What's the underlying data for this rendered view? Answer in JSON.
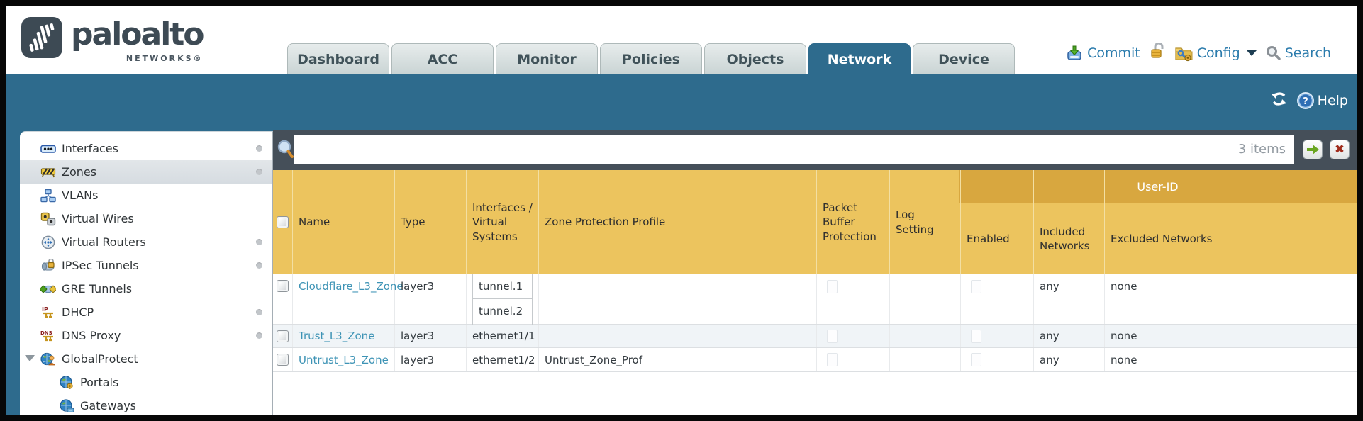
{
  "brand": {
    "name": "paloalto",
    "sub": "NETWORKS®"
  },
  "nav": {
    "tabs": [
      {
        "label": "Dashboard",
        "active": false
      },
      {
        "label": "ACC",
        "active": false
      },
      {
        "label": "Monitor",
        "active": false
      },
      {
        "label": "Policies",
        "active": false
      },
      {
        "label": "Objects",
        "active": false
      },
      {
        "label": "Network",
        "active": true
      },
      {
        "label": "Device",
        "active": false
      }
    ]
  },
  "actions": {
    "commit": "Commit",
    "config": "Config",
    "search": "Search"
  },
  "band": {
    "help": "Help"
  },
  "filter": {
    "count": "3 items",
    "value": ""
  },
  "sidebar": {
    "items": [
      {
        "label": "Interfaces",
        "icon": "interfaces-icon",
        "dot": true
      },
      {
        "label": "Zones",
        "icon": "zones-icon",
        "dot": true,
        "selected": true
      },
      {
        "label": "VLANs",
        "icon": "vlans-icon",
        "dot": false
      },
      {
        "label": "Virtual Wires",
        "icon": "virtual-wires-icon",
        "dot": false
      },
      {
        "label": "Virtual Routers",
        "icon": "virtual-routers-icon",
        "dot": true
      },
      {
        "label": "IPSec Tunnels",
        "icon": "ipsec-tunnels-icon",
        "dot": true
      },
      {
        "label": "GRE Tunnels",
        "icon": "gre-tunnels-icon",
        "dot": false
      },
      {
        "label": "DHCP",
        "icon": "dhcp-icon",
        "dot": true
      },
      {
        "label": "DNS Proxy",
        "icon": "dns-proxy-icon",
        "dot": true
      },
      {
        "label": "GlobalProtect",
        "icon": "globalprotect-icon",
        "dot": false,
        "expanded": true
      },
      {
        "label": "Portals",
        "icon": "portals-icon",
        "dot": false,
        "child": true
      },
      {
        "label": "Gateways",
        "icon": "gateways-icon",
        "dot": false,
        "child": true
      }
    ]
  },
  "table": {
    "group_header": "User-ID",
    "columns": [
      "Name",
      "Type",
      "Interfaces / Virtual Systems",
      "Zone Protection Profile",
      "Packet Buffer Protection",
      "Log Setting",
      "Enabled",
      "Included Networks",
      "Excluded Networks"
    ],
    "rows": [
      {
        "name": "Cloudflare_L3_Zone",
        "type": "layer3",
        "interfaces": [
          "tunnel.1",
          "tunnel.2"
        ],
        "zone_protection_profile": "",
        "log_setting": "",
        "included_networks": "any",
        "excluded_networks": "none"
      },
      {
        "name": "Trust_L3_Zone",
        "type": "layer3",
        "interfaces": [
          "ethernet1/1"
        ],
        "zone_protection_profile": "",
        "log_setting": "",
        "included_networks": "any",
        "excluded_networks": "none"
      },
      {
        "name": "Untrust_L3_Zone",
        "type": "layer3",
        "interfaces": [
          "ethernet1/2"
        ],
        "zone_protection_profile": "Untrust_Zone_Prof",
        "log_setting": "",
        "included_networks": "any",
        "excluded_networks": "none"
      }
    ]
  },
  "colors": {
    "accent_teal": "#2E6B8D",
    "header_gold": "#ECC45E",
    "header_gold_dark": "#D8A73F",
    "link_blue": "#3D93B5",
    "filter_bar": "#454F59"
  }
}
